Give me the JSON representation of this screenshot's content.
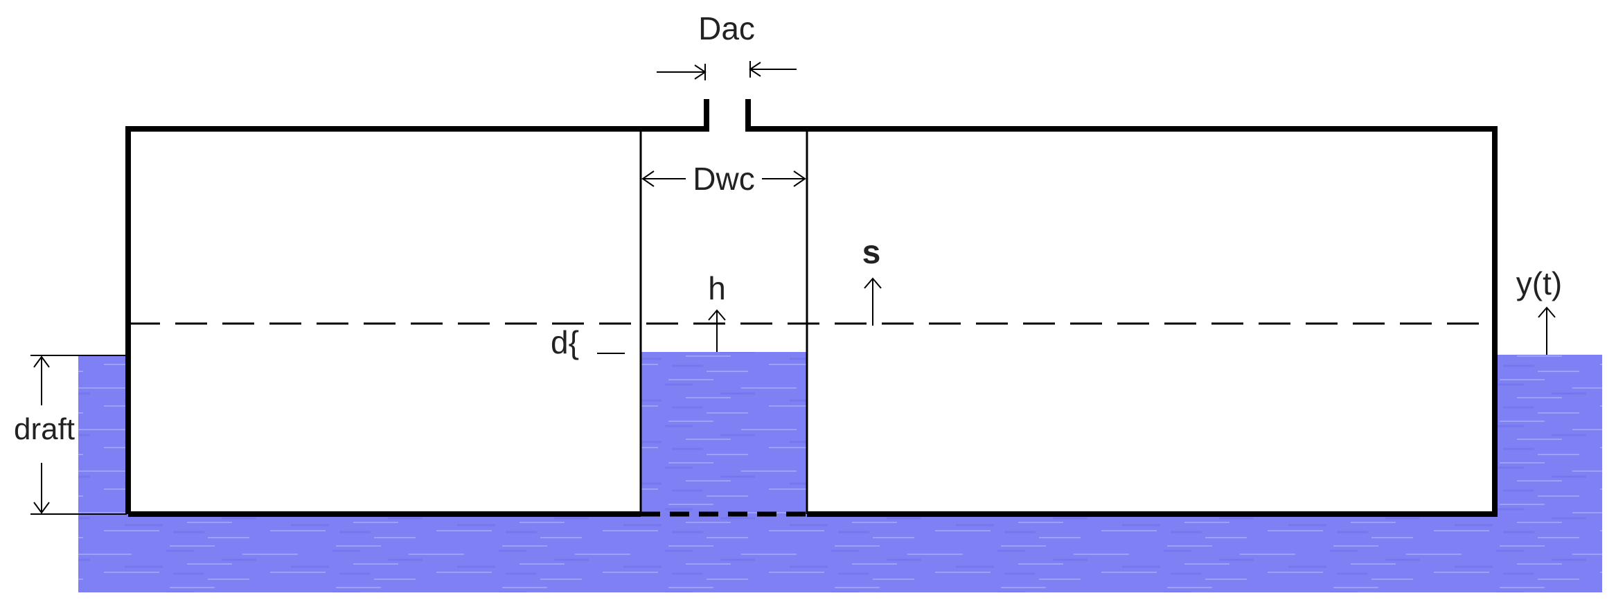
{
  "labels": {
    "dac": "Dac",
    "dwc": "Dwc",
    "s": "s",
    "h": "h",
    "d": "d{",
    "y_t": "y(t)",
    "draft": "draft"
  },
  "colors": {
    "water": "#7f80f4",
    "water_highlight": "#c8ccff",
    "water_shadow": "#6667e6",
    "structure": "#000000",
    "text": "#222222",
    "background": "#ffffff"
  }
}
